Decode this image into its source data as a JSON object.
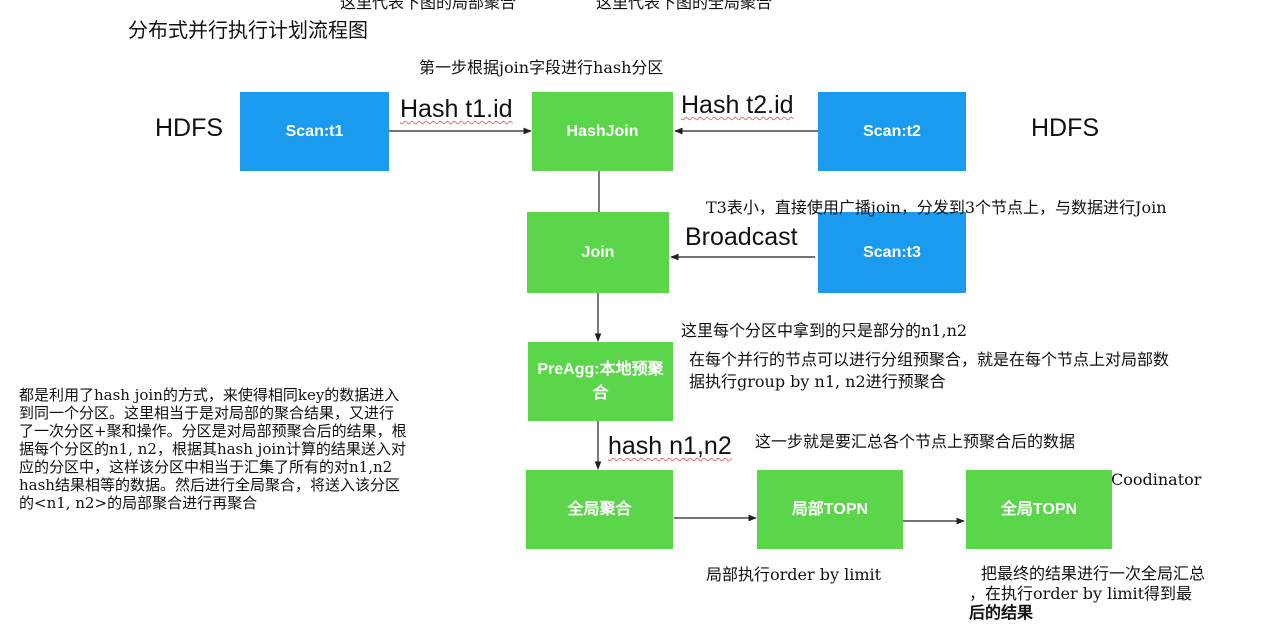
{
  "top_clipped_left": "这里代表下图的局部聚合",
  "top_clipped_right": "这里代表下图的全局聚合",
  "title": "分布式并行执行计划流程图",
  "step1_note": "第一步根据join字段进行hash分区",
  "hdfs_left": "HDFS",
  "hdfs_right": "HDFS",
  "nodes": {
    "scan_t1": "Scan:t1",
    "hashjoin": "HashJoin",
    "scan_t2": "Scan:t2",
    "join": "Join",
    "scan_t3": "Scan:t3",
    "preagg": "PreAgg:本地预聚合",
    "global_agg": "全局聚合",
    "local_topn": "局部TOPN",
    "global_topn": "全局TOPN"
  },
  "edges": {
    "hash_t1": "Hash t1.id",
    "hash_t2": "Hash t2.id",
    "broadcast": "Broadcast",
    "hash_n1n2": "hash n1,n2"
  },
  "notes": {
    "t3_broadcast": "T3表小，直接使用广播join，分发到3个节点上，与数据进行Join",
    "partial": "这里每个分区中拿到的只是部分的n1,n2",
    "preagg_line1": "在每个并行的节点可以进行分组预聚合，就是在每个节点上对局部数",
    "preagg_line2": "据执行group by n1, n2进行预聚合",
    "summary": "这一步就是要汇总各个节点上预聚合后的数据",
    "coordinator": "Coodinator",
    "local_limit": "局部执行order by limit",
    "final_line1": "把最终的结果进行一次全局汇总",
    "final_line2": "，在执行order by limit得到最",
    "final_line3": "后的结果",
    "left_line1": "都是利用了hash join的方式，来使得相同key的数据进入",
    "left_line2": "到同一个分区。这里相当于是对局部的聚合结果，又进行",
    "left_line3": "了一次分区+聚和操作。分区是对局部预聚合后的结果，根",
    "left_line4": "据每个分区的n1, n2，根据其hash join计算的结果送入对",
    "left_line5": "应的分区中，这样该分区中相当于汇集了所有的对n1,n2",
    "left_line6": "hash结果相等的数据。然后进行全局聚合，将送入该分区",
    "left_line7": "的<n1, n2>的局部聚合进行再聚合"
  },
  "colors": {
    "blue": "#1a9bf0",
    "green": "#5bd54a"
  }
}
